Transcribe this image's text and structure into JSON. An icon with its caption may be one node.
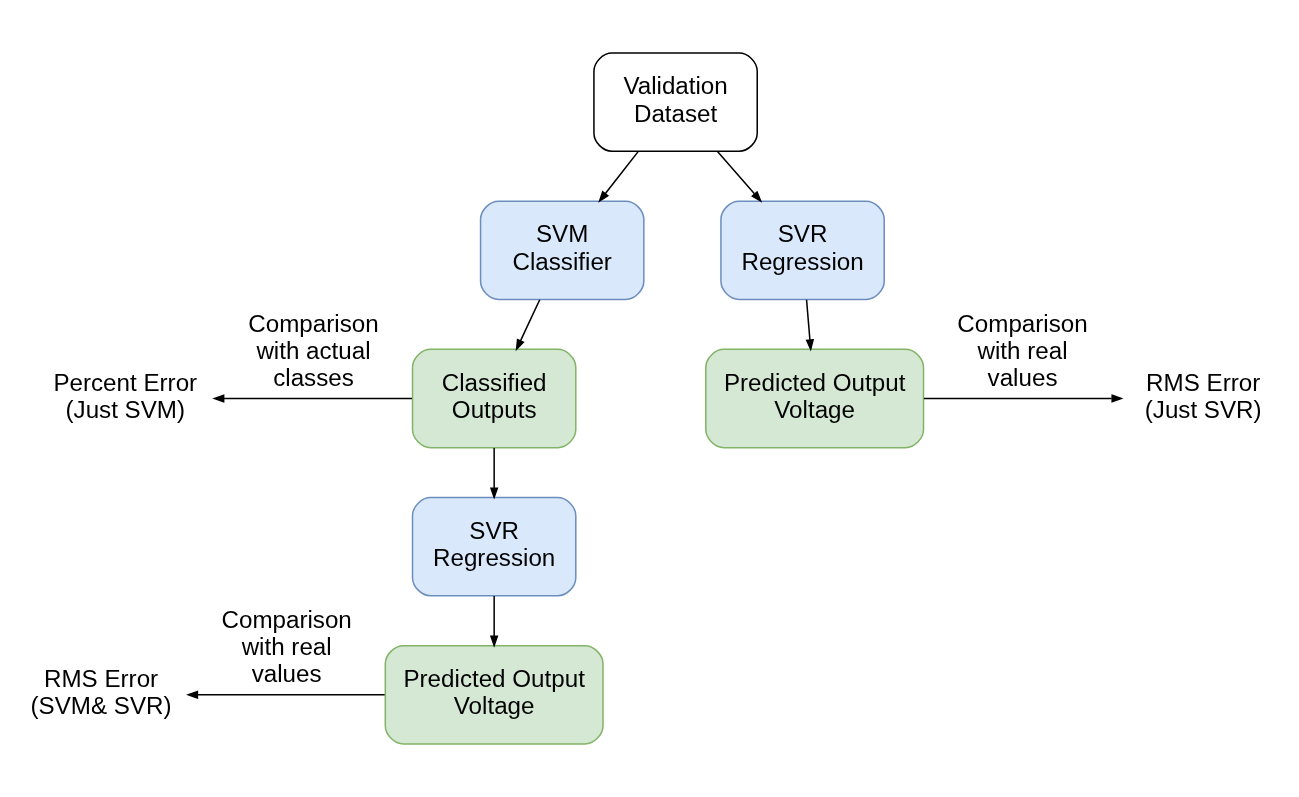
{
  "diagram": {
    "nodes": [
      {
        "text": [
          "Validation Dataset"
        ]
      },
      {
        "text": [
          "SVM Classifier"
        ]
      },
      {
        "text": [
          "SVR Regression"
        ]
      },
      {
        "text": [
          "Classified Outputs"
        ]
      },
      {
        "text": [
          "Predicted Output Voltage"
        ]
      },
      {
        "text": [
          "Percent Error (Just SVM)"
        ]
      },
      {
        "text": [
          "RMS Error (Just SVR)"
        ]
      },
      {
        "text": [
          "SVR Regression"
        ]
      },
      {
        "text": [
          "Predicted Output Voltage"
        ]
      },
      {
        "text": [
          "RMS Error (SVM& SVR)"
        ]
      }
    ],
    "edges": [
      {
        "from": 0,
        "to": 1,
        "arrow": "to"
      },
      {
        "from": 0,
        "to": 2,
        "arrow": "to"
      },
      {
        "from": 1,
        "to": 3,
        "arrow": "to"
      },
      {
        "from": 2,
        "to": 4,
        "arrow": "to"
      },
      {
        "from": 3,
        "to": 5,
        "arrow": "to",
        "label": "Comparison with actual classes"
      },
      {
        "from": 4,
        "to": 6,
        "arrow": "to",
        "label": "Comparison with real values"
      },
      {
        "from": 3,
        "to": 7,
        "arrow": "to"
      },
      {
        "from": 7,
        "to": 8,
        "arrow": "to"
      },
      {
        "from": 8,
        "to": 9,
        "arrow": "to",
        "label": "Comparison with real values"
      }
    ]
  }
}
